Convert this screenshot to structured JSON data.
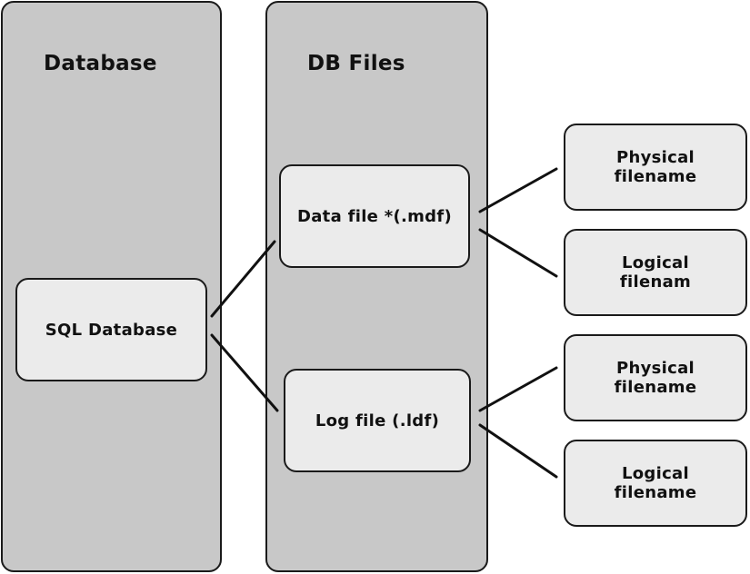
{
  "panels": {
    "database": {
      "title": "Database"
    },
    "db_files": {
      "title": "DB Files"
    }
  },
  "nodes": {
    "sql_database": "SQL Database",
    "data_file": "Data file *(.mdf)",
    "log_file": "Log file (.ldf)",
    "data_physical": "Physical\nfilename",
    "data_logical": "Logical\nfilenam",
    "log_physical": "Physical\nfilename",
    "log_logical": "Logical\nfilename"
  },
  "colors": {
    "panel_fill": "#c8c8c8",
    "node_fill": "#ebebeb",
    "stroke": "#1a1a1a"
  }
}
